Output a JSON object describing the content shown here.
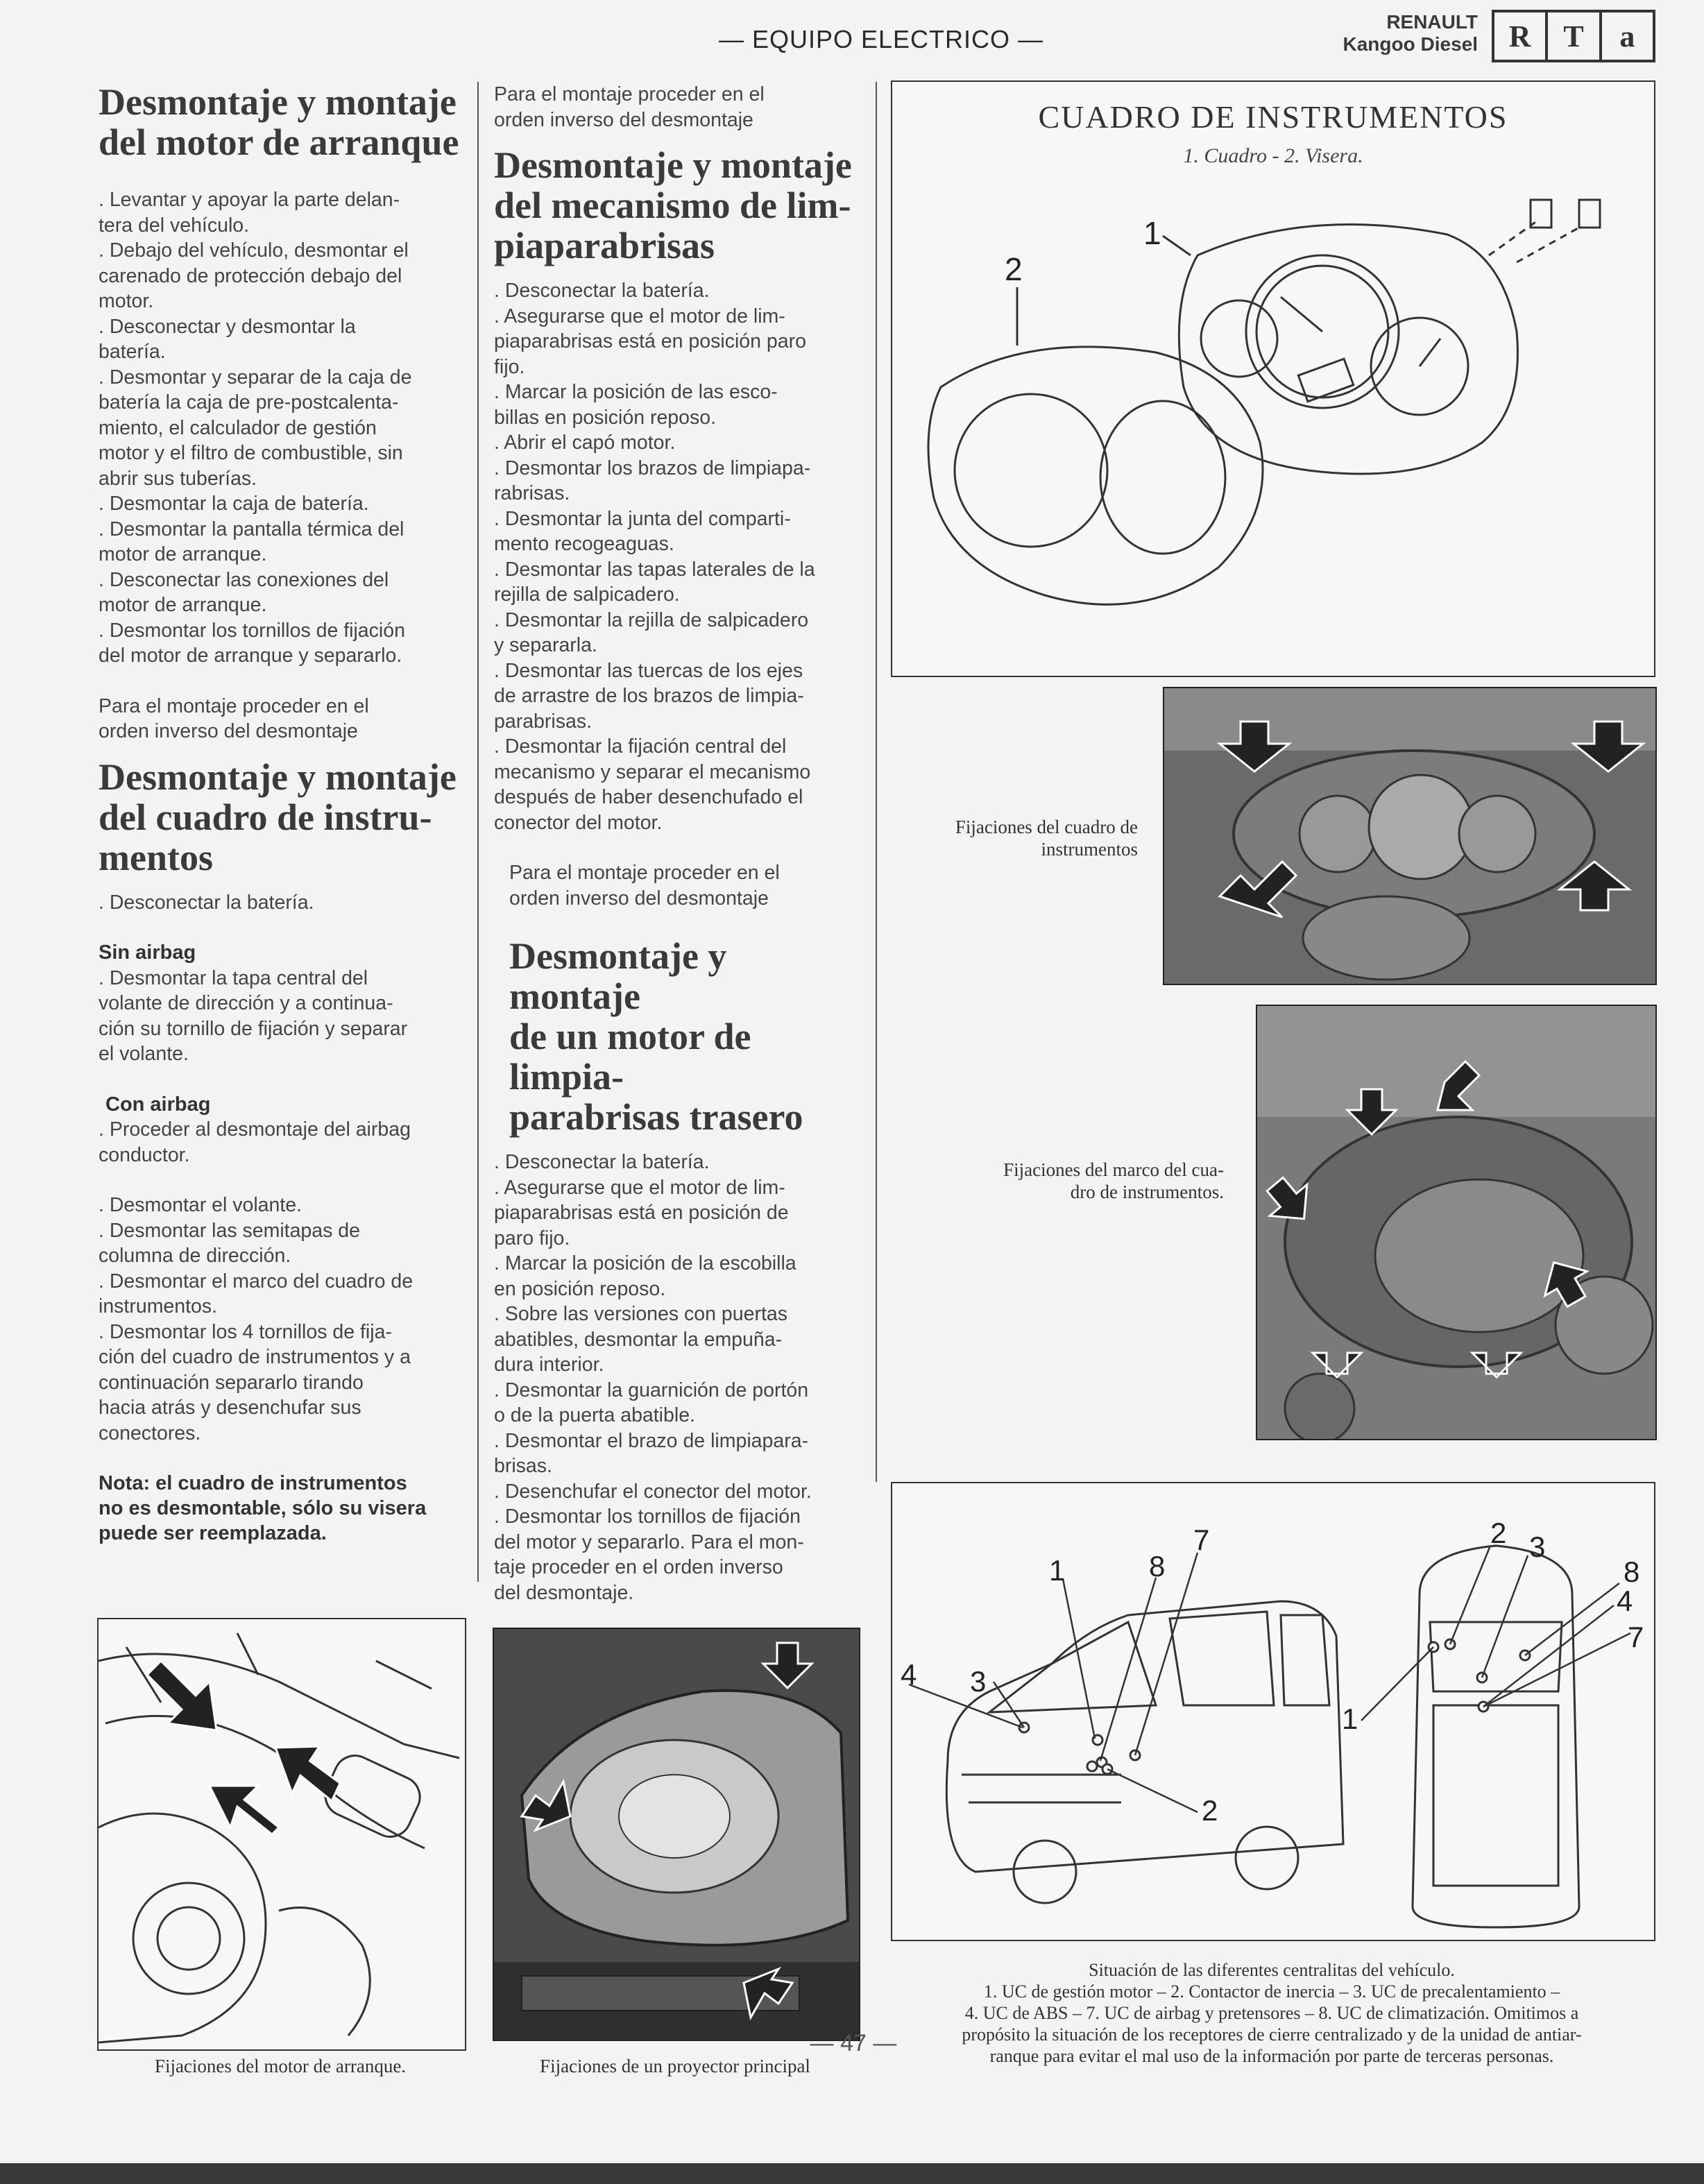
{
  "header": {
    "section_title": "— EQUIPO ELECTRICO —",
    "brand_line1": "RENAULT",
    "brand_line2": "Kangoo Diesel",
    "logo_letters": [
      "R",
      "T",
      "a"
    ]
  },
  "col1": {
    "h1": [
      "Desmontaje y montaje",
      "del motor de arranque"
    ],
    "steps1": [
      ". Levantar y apoyar la parte delan-",
      "tera del vehículo.",
      ". Debajo del vehículo, desmontar el",
      "carenado de protección debajo del",
      "motor.",
      ". Desconectar y desmontar la",
      "batería.",
      ". Desmontar y separar de la caja de",
      "batería la caja de pre-postcalenta-",
      "miento, el calculador de gestión",
      "motor y el filtro de combustible, sin",
      "abrir sus tuberías.",
      ". Desmontar la caja de batería.",
      ". Desmontar la pantalla térmica del",
      "motor de arranque.",
      ". Desconectar las conexiones del",
      "motor de arranque.",
      ". Desmontar los tornillos de fijación",
      "del motor de arranque y separarlo."
    ],
    "reverse1": [
      "Para el montaje proceder en el",
      "orden inverso del desmontaje"
    ],
    "h2": [
      "Desmontaje y montaje",
      "del cuadro de instru-",
      "mentos"
    ],
    "steps2a": [
      ". Desconectar la batería."
    ],
    "sin_airbag": "Sin airbag",
    "steps2b": [
      ". Desmontar la tapa central del",
      "volante de dirección y a continua-",
      "ción su tornillo de fijación y separar",
      "el volante."
    ],
    "con_airbag": "Con airbag",
    "steps2c": [
      ". Proceder al desmontaje del airbag",
      "conductor."
    ],
    "steps2d": [
      ". Desmontar el volante.",
      ". Desmontar las semitapas de",
      "columna de dirección.",
      ". Desmontar el marco del cuadro de",
      "instrumentos.",
      ". Desmontar los 4 tornillos de fija-",
      "ción del cuadro de instrumentos y a",
      "continuación separarlo tirando",
      "hacia atrás y desenchufar sus",
      "conectores."
    ],
    "note": [
      "Nota: el cuadro de instrumentos",
      "no es desmontable, sólo su visera",
      "puede ser reemplazada."
    ]
  },
  "col2": {
    "reverse0": [
      "Para el montaje proceder en el",
      "orden inverso del desmontaje"
    ],
    "h3": [
      "Desmontaje y montaje",
      "del mecanismo de lim-",
      "piaparabrisas"
    ],
    "steps3": [
      ". Desconectar la batería.",
      ". Asegurarse que el motor de lim-",
      "piaparabrisas está en posición paro",
      "fijo.",
      ". Marcar la posición de las esco-",
      "billas en posición reposo.",
      ". Abrir el capó motor.",
      ". Desmontar los brazos de limpiapa-",
      "rabrisas.",
      ". Desmontar la junta del comparti-",
      "mento recogeaguas.",
      ". Desmontar las tapas laterales de la",
      "rejilla de salpicadero.",
      ". Desmontar la rejilla de salpicadero",
      "y separarla.",
      ". Desmontar las tuercas de los ejes",
      "de arrastre de los brazos de limpia-",
      "parabrisas.",
      ". Desmontar la fijación central del",
      "mecanismo y separar el mecanismo",
      "después de haber desenchufado el",
      "conector del motor."
    ],
    "reverse3": [
      "Para el montaje proceder en el",
      "orden inverso del desmontaje"
    ],
    "h4": [
      "Desmontaje y montaje",
      "de un motor de limpia-",
      "parabrisas trasero"
    ],
    "steps4": [
      ". Desconectar la batería.",
      ". Asegurarse que el motor de lim-",
      "piaparabrisas está en posición de",
      "paro fijo.",
      ". Marcar la posición de la escobilla",
      "en posición reposo.",
      ". Sobre las versiones con puertas",
      "abatibles, desmontar la empuña-",
      "dura interior.",
      ". Desmontar la guarnición de portón",
      "o de la puerta abatible.",
      ". Desmontar el brazo de limpiapara-",
      "brisas.",
      ". Desenchufar el conector del motor.",
      ". Desmontar los tornillos de fijación",
      "del motor y separarlo.  Para el mon-",
      "taje proceder en el orden inverso",
      "del desmontaje."
    ]
  },
  "figures": {
    "cuadro_title": "CUADRO DE INSTRUMENTOS",
    "cuadro_subtitle": "1. Cuadro - 2. Visera.",
    "cuadro_labels": [
      "1",
      "2"
    ],
    "photo1_caption": [
      "Fijaciones del cuadro de",
      "instrumentos"
    ],
    "photo2_caption": [
      "Fijaciones del marco del cua-",
      "dro de instrumentos."
    ],
    "starter_caption": "Fijaciones del motor de arranque.",
    "headlight_caption": "Fijaciones de un proyector principal",
    "ecu_left_labels": [
      "1",
      "8",
      "7",
      "3",
      "4",
      "2"
    ],
    "ecu_right_labels": [
      "2",
      "3",
      "8",
      "4",
      "7",
      "1"
    ],
    "ecu_caption": [
      "Situación de las diferentes centralitas del vehículo.",
      "1. UC de gestión motor – 2. Contactor de inercia – 3. UC de precalentamiento –",
      "4. UC de ABS – 7. UC de airbag y pretensores – 8. UC de climatización.  Omitimos a",
      "propósito la situación de los receptores de cierre centralizado y de la unidad de antiar-",
      "ranque para evitar el mal uso de la información por parte de terceras personas."
    ]
  },
  "footer": {
    "page_number": "— 47 —"
  },
  "colors": {
    "text": "#444444",
    "ink": "#333333",
    "paper": "#f3f3f1",
    "photo": "#5a5a5a"
  }
}
